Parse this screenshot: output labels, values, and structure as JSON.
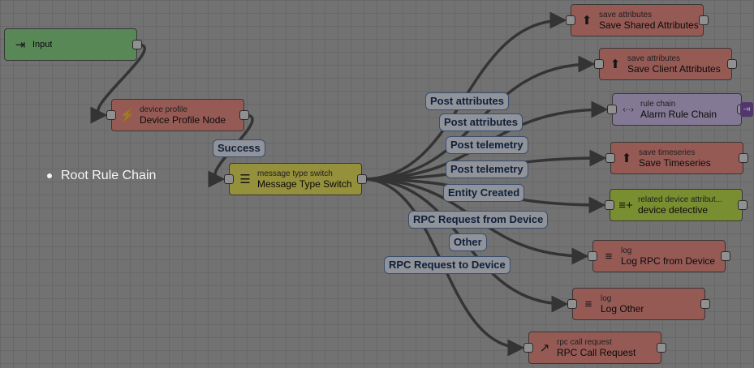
{
  "title": "Root Rule Chain",
  "colors": {
    "input": "#8fdc8c",
    "action": "#f2928a",
    "filter": "#f1e861",
    "flow": "#d6c4f1",
    "enrichment": "#c4e550",
    "edge": "#555555"
  },
  "nodes": [
    {
      "id": "input",
      "type": "",
      "name": "Input",
      "icon": "input-icon",
      "glyph": "⇥",
      "color": "input"
    },
    {
      "id": "device-profile",
      "type": "device profile",
      "name": "Device Profile Node",
      "icon": "bolt-icon",
      "glyph": "⚡",
      "color": "action"
    },
    {
      "id": "msg-switch",
      "type": "message type switch",
      "name": "Message Type Switch",
      "icon": "filter-icon",
      "glyph": "☰",
      "color": "filter"
    },
    {
      "id": "save-shared",
      "type": "save attributes",
      "name": "Save Shared Attributes",
      "icon": "upload-icon",
      "glyph": "⬆",
      "color": "action"
    },
    {
      "id": "save-client",
      "type": "save attributes",
      "name": "Save Client Attributes",
      "icon": "upload-icon",
      "glyph": "⬆",
      "color": "action"
    },
    {
      "id": "alarm-chain",
      "type": "rule chain",
      "name": "Alarm Rule Chain",
      "icon": "code-icon",
      "glyph": "‹··›",
      "color": "flow"
    },
    {
      "id": "save-ts",
      "type": "save timeseries",
      "name": "Save Timeseries",
      "icon": "upload-icon",
      "glyph": "⬆",
      "color": "action"
    },
    {
      "id": "related-attr",
      "type": "related device attribut...",
      "name": "device detective",
      "icon": "playlist-add-icon",
      "glyph": "≡+",
      "color": "enrichment"
    },
    {
      "id": "log-rpc",
      "type": "log",
      "name": "Log RPC from Device",
      "icon": "menu-icon",
      "glyph": "≡",
      "color": "action"
    },
    {
      "id": "log-other",
      "type": "log",
      "name": "Log Other",
      "icon": "menu-icon",
      "glyph": "≡",
      "color": "action"
    },
    {
      "id": "rpc-call",
      "type": "rpc call request",
      "name": "RPC Call Request",
      "icon": "arrow-icon",
      "glyph": "↗",
      "color": "action"
    }
  ],
  "edges": [
    {
      "from": "input",
      "to": "device-profile",
      "label": ""
    },
    {
      "from": "device-profile",
      "to": "msg-switch",
      "label": "Success"
    },
    {
      "from": "msg-switch",
      "to": "save-shared",
      "label": "Post attributes"
    },
    {
      "from": "msg-switch",
      "to": "save-client",
      "label": "Post attributes"
    },
    {
      "from": "msg-switch",
      "to": "alarm-chain",
      "label": "Post telemetry"
    },
    {
      "from": "msg-switch",
      "to": "save-ts",
      "label": "Post telemetry"
    },
    {
      "from": "msg-switch",
      "to": "related-attr",
      "label": "Entity Created"
    },
    {
      "from": "msg-switch",
      "to": "log-rpc",
      "label": "RPC Request from Device"
    },
    {
      "from": "msg-switch",
      "to": "log-other",
      "label": "Other"
    },
    {
      "from": "msg-switch",
      "to": "rpc-call",
      "label": "RPC Request to Device"
    }
  ]
}
